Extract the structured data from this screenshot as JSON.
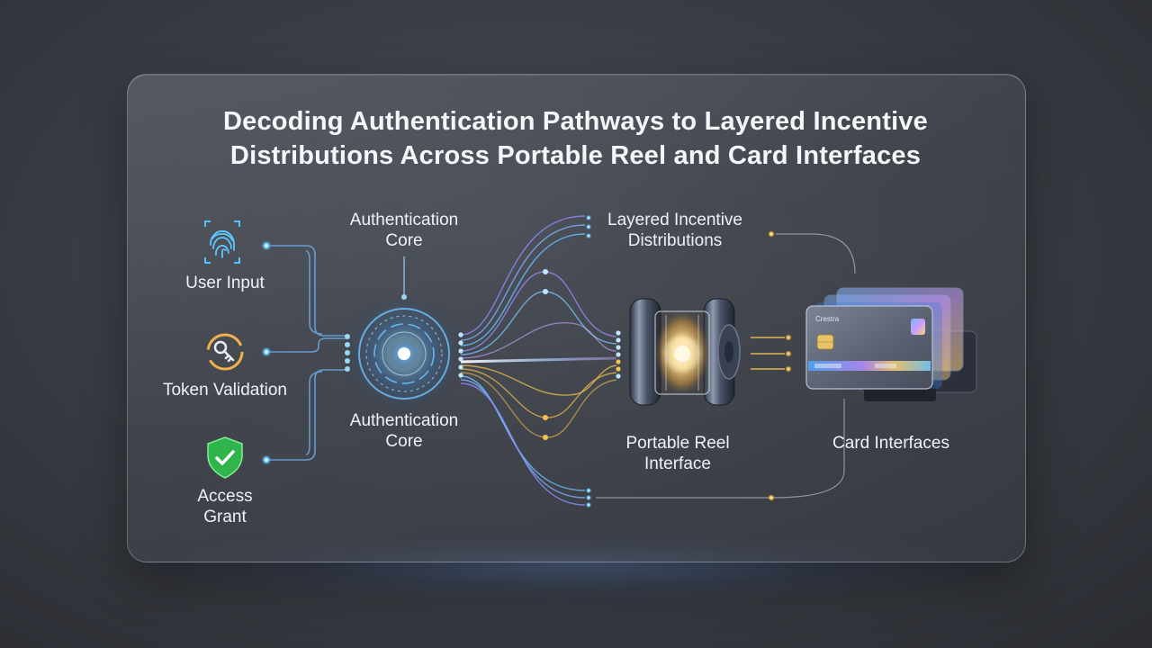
{
  "title": {
    "line1": "Decoding Authentication Pathways to Layered Incentive",
    "line2": "Distributions Across Portable Reel and Card Interfaces"
  },
  "inputs": [
    {
      "label": "User Input",
      "icon": "fingerprint-icon",
      "color": "#4fc3ff"
    },
    {
      "label": "Token Validation",
      "icon": "key-icon",
      "color": "#f0b24a"
    },
    {
      "label_line1": "Access",
      "label_line2": "Grant",
      "icon": "shield-check-icon",
      "color": "#3ccb5a"
    }
  ],
  "core": {
    "top_line1": "Authentication",
    "top_line2": "Core",
    "bottom_line1": "Authentication",
    "bottom_line2": "Core"
  },
  "incentive": {
    "line1": "Layered Incentive",
    "line2": "Distributions"
  },
  "reel": {
    "line1": "Portable Reel",
    "line2": "Interface"
  },
  "cards": {
    "label": "Card Interfaces",
    "card_text": "Crestra"
  },
  "colors": {
    "blue_glow": "#5cc8ff",
    "gold": "#f2c14e",
    "violet": "#8f8cff"
  }
}
